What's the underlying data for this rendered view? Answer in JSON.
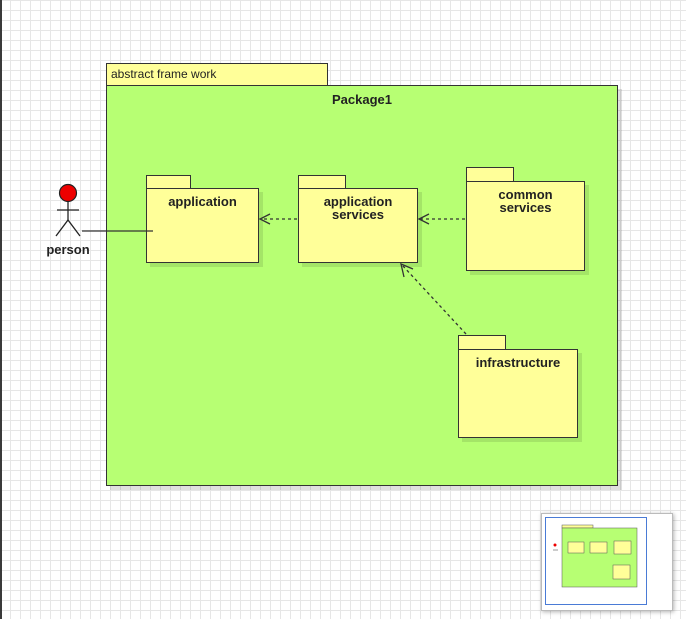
{
  "frame": {
    "label": "abstract frame work",
    "package_title": "Package1"
  },
  "packages": {
    "application": {
      "line1": "application"
    },
    "application_services": {
      "line1": "application",
      "line2": "services"
    },
    "common_services": {
      "line1": "common",
      "line2": "services"
    },
    "infrastructure": {
      "line1": "infrastructure"
    }
  },
  "actor": {
    "label": "person"
  },
  "colors": {
    "frame_fill": "#b7ff73",
    "package_fill": "#ffff99",
    "actor_head": "#ee0000",
    "tab_fill": "#ffff99"
  }
}
